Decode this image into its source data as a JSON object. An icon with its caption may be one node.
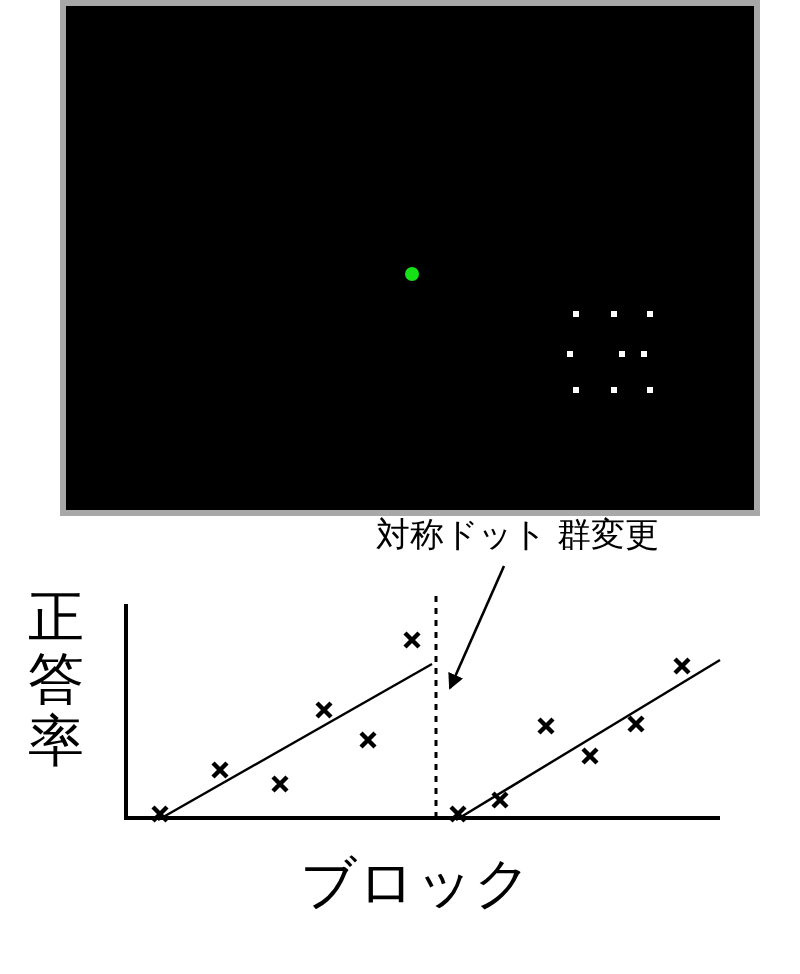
{
  "diagram": {
    "nodes": [
      {
        "text": [
          "対称ドット 群変更"
        ]
      },
      {
        "text": [],
        "shape": "line"
      }
    ],
    "edges": [
      {
        "from": 0,
        "to": 1,
        "arrow": "to"
      }
    ],
    "labels": [
      "正答率",
      "ブロック"
    ]
  }
}
